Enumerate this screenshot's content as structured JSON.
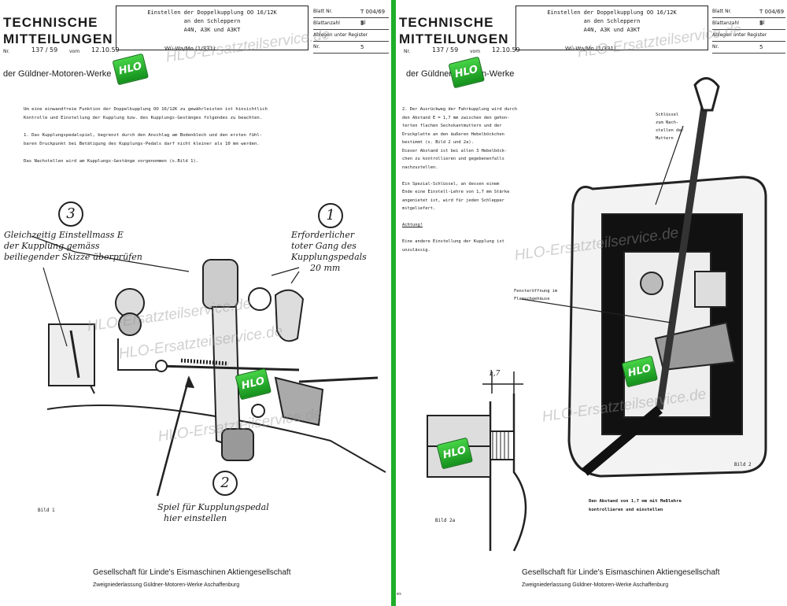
{
  "left": {
    "masthead": [
      "TECHNISCHE",
      "MITTEILUNGEN"
    ],
    "header_box": [
      "Einstellen der Doppelkupplung OO 16/12K",
      "an den Schleppern",
      "A4N, A3K und A3KT"
    ],
    "meta": [
      {
        "label": "Blatt Nr.",
        "value": "T 004/69 Bl"
      },
      {
        "label": "Blattanzahl",
        "value": "3"
      },
      {
        "label": "Ablegen unter Register",
        "value": ""
      },
      {
        "label": "Nr.",
        "value": "5"
      }
    ],
    "number_line": {
      "nr_label": "Nr.",
      "nr": "137 / 59",
      "vom_label": "vom",
      "date": "12.10.59",
      "code": "Wü-Wa/Mo (1/331)"
    },
    "firm": "der Güldner-Motoren-Werke",
    "body": [
      "Um eine einwandfreie Funktion der Doppelkupplung OO 16/12K zu gewährleisten ist hinsichtlich",
      "Kontrolle und Einstellung der Kupplung bzw. des Kupplungs-Gestänges folgendes zu beachten.",
      "",
      "1. Das Kupplungspedalspiel, begrenzt durch den Anschlag am Bodenblech und den ersten fühl-",
      "   baren Druckpunkt bei Betätigung des Kupplungs-Pedals darf nicht kleiner als 10 mm werden.",
      "",
      "Das Nachstellen wird am Kupplungs-Gestänge vorgenommen (s.Bild 1)."
    ],
    "circle_labels": [
      "3",
      "1",
      "2"
    ],
    "annotation_3": [
      "Gleichzeitig Einstellmass E",
      "der Kupplung gemäss",
      "beiliegender Skizze überprüfen"
    ],
    "annotation_1": [
      "Erforderlicher",
      "toter Gang des",
      "Kupplungspedals",
      "20 mm"
    ],
    "annotation_2": [
      "Spiel für Kupplungspedal",
      "hier einstellen"
    ],
    "caption": "Bild 1",
    "footer_company": "Gesellschaft für Linde's Eismaschinen Aktiengesellschaft",
    "footer_branch": "Zweigniederlassung Güldner-Motoren-Werke Aschaffenburg"
  },
  "right": {
    "masthead": [
      "TECHNISCHE",
      "MITTEILUNGEN"
    ],
    "header_box": [
      "Einstellen der Doppelkupplung OO 16/12K",
      "an den Schleppern",
      "A4N, A3K und A3KT"
    ],
    "meta": [
      {
        "label": "Blatt Nr.",
        "value": "T 004/69 Bl"
      },
      {
        "label": "Blattanzahl",
        "value": "3"
      },
      {
        "label": "Ablegen unter Register",
        "value": ""
      },
      {
        "label": "Nr.",
        "value": "5"
      }
    ],
    "number_line": {
      "nr_label": "Nr.",
      "nr": "137 / 59",
      "vom_label": "vom",
      "date": "12.10.59",
      "code": "Wü-Wa/Mo (1/331)"
    },
    "firm": "der Güldner-Motoren-Werke",
    "body": [
      "2. Der Ausrückweg der Fahrkupplung wird durch",
      "   den Abstand E = 1,7 mm zwischen den gehon-",
      "   terten flachen Sechskantmuttern und der",
      "   Druckplatte an den äußeren Hebelböckchen",
      "   bestimmt (s. Bild 2 und 2a).",
      "   Dieser Abstand ist bei allen 3 Hebelböck-",
      "   chen zu kontrollieren und gegebenenfalls",
      "   nachzustellen.",
      "",
      "   Ein Spezial-Schlüssel, an dessen einem",
      "   Ende eine Einstell-Lehre von 1,7 mm Stärke",
      "   angenietet ist, wird für jeden Schlepper",
      "   mitgeliefert.",
      "",
      "   Achtung!",
      "",
      "   Eine andere Einstellung der Kupplung ist",
      "   unzulässig."
    ],
    "label_key": [
      "Schlüssel",
      "zum Nach-",
      "stellen der",
      "Muttern"
    ],
    "label_window": [
      "Fensteröffnung im",
      "Flanschgehäuse"
    ],
    "dimension": "1,7",
    "caption_2a": "Bild 2a",
    "caption_2": "Bild 2",
    "note": [
      "Den Abstand von 1,7 mm mit Meßlehre",
      "kontrollieren und einstellen"
    ],
    "footer_company": "Gesellschaft für Linde's Eismaschinen Aktiengesellschaft",
    "footer_branch": "Zweigniederlassung Güldner-Motoren-Werke Aschaffenburg"
  },
  "watermark": "HLO-Ersatzteilservice.de",
  "logo_text": "HLO",
  "edge_mark": "es",
  "colors": {
    "divider": "#1fae2a",
    "logo": "#2fbf35"
  }
}
